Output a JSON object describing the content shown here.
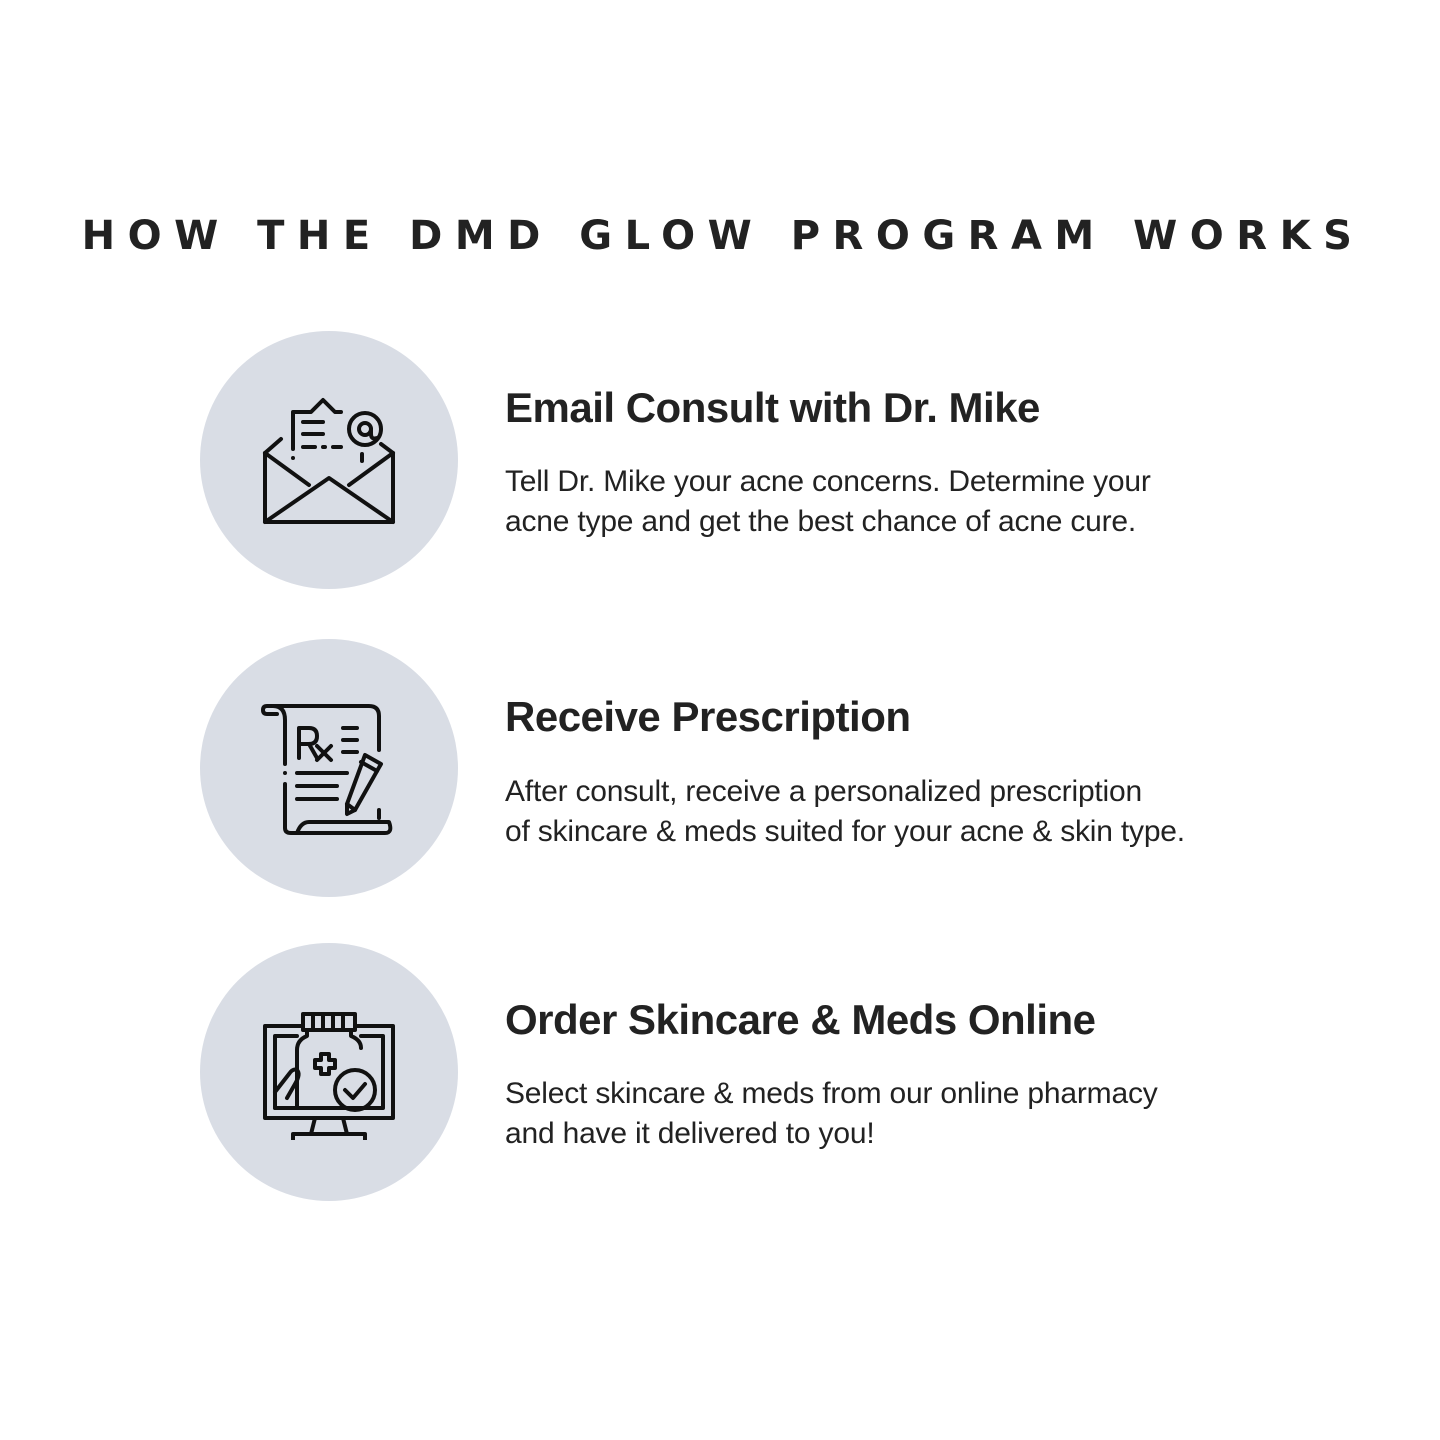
{
  "title": "HOW THE DMD GLOW PROGRAM WORKS",
  "colors": {
    "circle_bg": "#d9dde5",
    "text": "#222222",
    "background": "#ffffff",
    "icon_stroke": "#111111"
  },
  "steps": [
    {
      "icon": "email-envelope-at-icon",
      "heading": "Email Consult with Dr. Mike",
      "body_lines": [
        "Tell Dr. Mike your acne concerns. Determine your",
        "acne type and get the best chance of acne cure."
      ]
    },
    {
      "icon": "prescription-rx-pencil-icon",
      "heading": "Receive Prescription",
      "body_lines": [
        "After consult, receive a personalized prescription",
        "of skincare & meds suited for your acne & skin type."
      ]
    },
    {
      "icon": "online-pharmacy-monitor-icon",
      "heading": "Order Skincare & Meds Online",
      "body_lines": [
        "Select skincare & meds from our online pharmacy",
        "and have it delivered to you!"
      ]
    }
  ]
}
